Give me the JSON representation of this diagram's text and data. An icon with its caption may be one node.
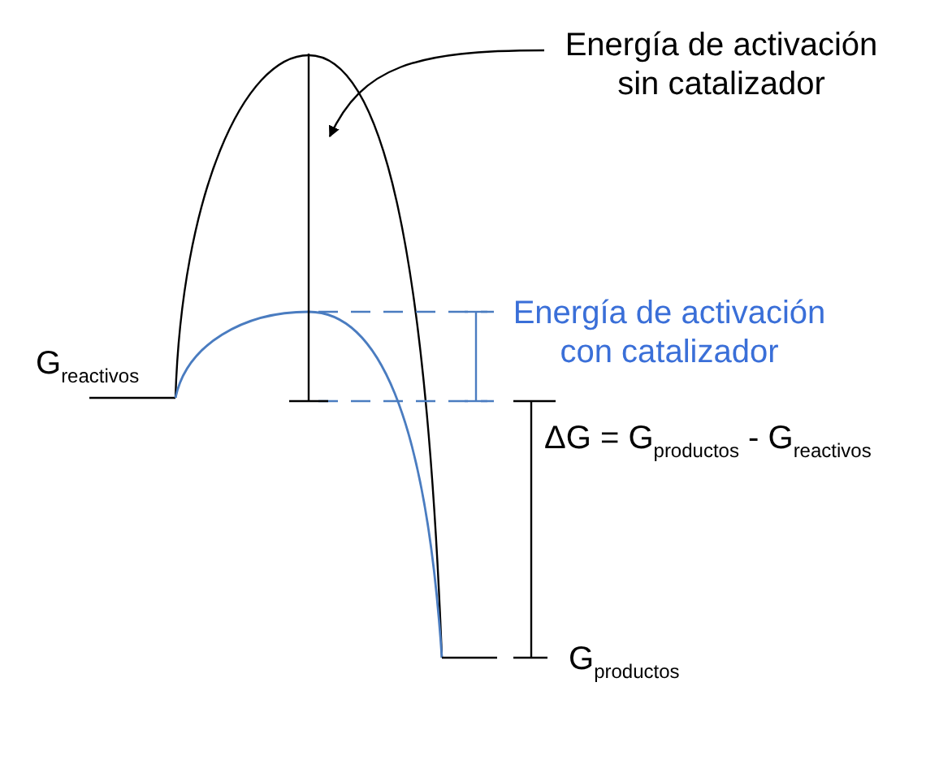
{
  "diagram": {
    "nodes": [
      {
        "text": [
          "Energía de activación sin catalizador"
        ]
      },
      {
        "text": [],
        "shape": "bar"
      }
    ],
    "edges": [
      {
        "from": 0,
        "to": 1,
        "arrow": "to"
      }
    ],
    "labels": [
      "Energía de activación con catalizador",
      "G$_{reactivos}$",
      "ΔG = G$_{productos}$ - G$_{reactivos}$",
      "G$_{productos}$"
    ]
  }
}
